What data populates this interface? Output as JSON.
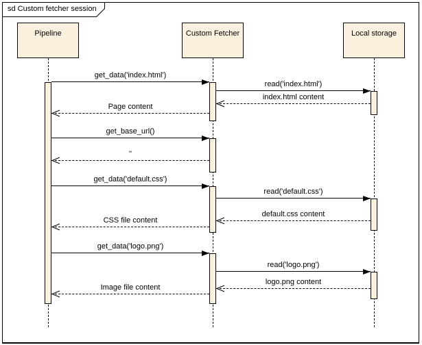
{
  "frame": {
    "title": "sd Custom fetcher session"
  },
  "lifelines": [
    {
      "name": "Pipeline"
    },
    {
      "name": "Custom Fetcher"
    },
    {
      "name": "Local storage"
    }
  ],
  "messages": [
    {
      "label": "get_data('index.html')",
      "kind": "call",
      "from": "Pipeline",
      "to": "Custom Fetcher"
    },
    {
      "label": "read('index.html')",
      "kind": "call",
      "from": "Custom Fetcher",
      "to": "Local storage"
    },
    {
      "label": "index.html content",
      "kind": "return",
      "from": "Local storage",
      "to": "Custom Fetcher"
    },
    {
      "label": "Page content",
      "kind": "return",
      "from": "Custom Fetcher",
      "to": "Pipeline"
    },
    {
      "label": "get_base_url()",
      "kind": "call",
      "from": "Pipeline",
      "to": "Custom Fetcher"
    },
    {
      "label": "''",
      "kind": "return",
      "from": "Custom Fetcher",
      "to": "Pipeline"
    },
    {
      "label": "get_data('default.css')",
      "kind": "call",
      "from": "Pipeline",
      "to": "Custom Fetcher"
    },
    {
      "label": "read('default.css')",
      "kind": "call",
      "from": "Custom Fetcher",
      "to": "Local storage"
    },
    {
      "label": "default.css content",
      "kind": "return",
      "from": "Local storage",
      "to": "Custom Fetcher"
    },
    {
      "label": "CSS file content",
      "kind": "return",
      "from": "Custom Fetcher",
      "to": "Pipeline"
    },
    {
      "label": "get_data('logo.png')",
      "kind": "call",
      "from": "Pipeline",
      "to": "Custom Fetcher"
    },
    {
      "label": "read('logo.png')",
      "kind": "call",
      "from": "Custom Fetcher",
      "to": "Local storage"
    },
    {
      "label": "logo.png content",
      "kind": "return",
      "from": "Local storage",
      "to": "Custom Fetcher"
    },
    {
      "label": "Image file content",
      "kind": "return",
      "from": "Custom Fetcher",
      "to": "Pipeline"
    }
  ],
  "colors": {
    "box_fill": "#faf0de",
    "line": "#000000",
    "background": "#ffffff"
  }
}
